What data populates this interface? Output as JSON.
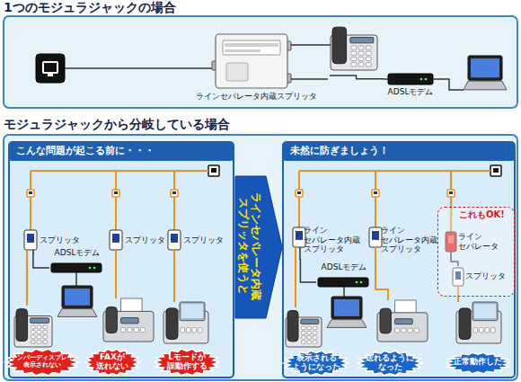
{
  "diagram": {
    "nodes": [
      {
        "text": [
          "1つのモジュラジャックの場合"
        ]
      },
      {
        "text": [
          "ラインセパレータ内蔵スプリッタ"
        ],
        "in": 0
      },
      {
        "text": [
          "ADSLモデム"
        ],
        "in": 0
      },
      {
        "text": [
          "モジュラジャックから分岐している場合"
        ]
      },
      {
        "text": [
          "こんな問題が起こる前に・・・"
        ],
        "in": 3
      },
      {
        "text": [
          "スプリッタ"
        ],
        "in": 4
      },
      {
        "text": [
          "スプリッタ"
        ],
        "in": 4
      },
      {
        "text": [
          "スプリッタ"
        ],
        "in": 4
      },
      {
        "text": [
          "ADSLモデム"
        ],
        "in": 4
      },
      {
        "text": [
          "ナンバーディスプレイ 表示されない"
        ],
        "in": 4
      },
      {
        "text": [
          "FAXが 送れない"
        ],
        "in": 4
      },
      {
        "text": [
          "Lモードが 誤動作する"
        ],
        "in": 4
      },
      {
        "text": [
          "ラインセパレータ内蔵 スプリッタを使うと"
        ],
        "in": 3
      },
      {
        "text": [
          "未然に防ぎましょう！"
        ],
        "in": 3
      },
      {
        "text": [
          "ライン セパレータ内蔵 スプリッタ"
        ],
        "in": 13
      },
      {
        "text": [
          "ライン セパレータ内蔵 スプリッタ"
        ],
        "in": 13
      },
      {
        "text": [
          "これもOK!"
        ],
        "in": 13
      },
      {
        "text": [
          "ライン セパレータ"
        ],
        "in": 16
      },
      {
        "text": [
          "スプリッタ"
        ],
        "in": 16
      },
      {
        "text": [
          "ADSLモデム"
        ],
        "in": 13
      },
      {
        "text": [
          "表示される ようになった"
        ],
        "in": 13
      },
      {
        "text": [
          "送れるように なった"
        ],
        "in": 13
      },
      {
        "text": [
          "正常動作した"
        ],
        "in": 13
      }
    ],
    "edges": [
      {
        "from": 1,
        "to": 2,
        "arrow": "none"
      },
      {
        "from": 5,
        "to": 8,
        "arrow": "none"
      },
      {
        "from": 14,
        "to": 19,
        "arrow": "none"
      },
      {
        "from": 17,
        "to": 18,
        "arrow": "none"
      }
    ]
  }
}
